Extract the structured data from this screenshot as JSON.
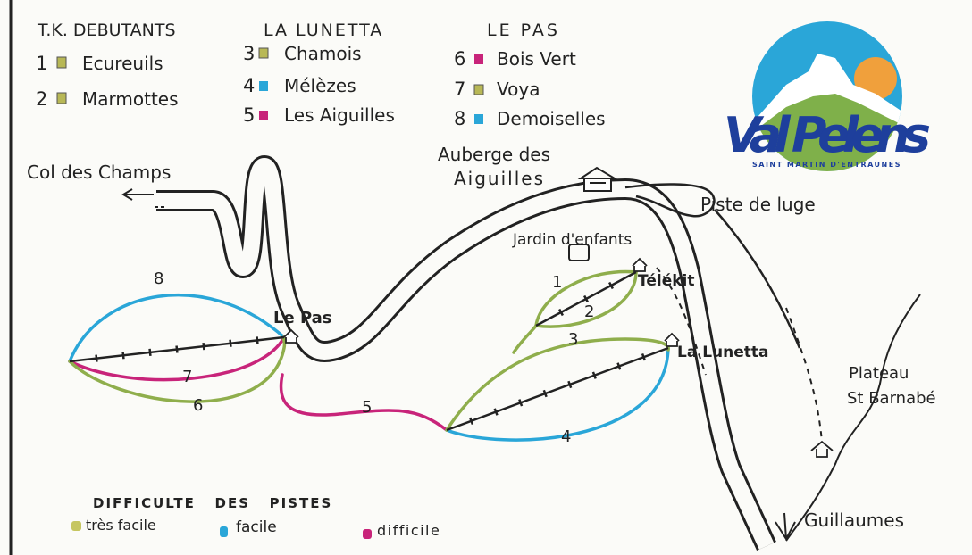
{
  "legend_top": {
    "groups": [
      {
        "title": "T.K. DEBUTANTS",
        "items": [
          {
            "num": "1",
            "name": "Ecureuils",
            "color": "#b8b856"
          },
          {
            "num": "2",
            "name": "Marmottes",
            "color": "#b8b856"
          }
        ]
      },
      {
        "title": "LA LUNETTA",
        "items": [
          {
            "num": "3",
            "name": "Chamois",
            "color": "#b8b856"
          },
          {
            "num": "4",
            "name": "Mélèzes",
            "color": "#2aa6d8"
          },
          {
            "num": "5",
            "name": "Les Aiguilles",
            "color": "#c8247a"
          }
        ]
      },
      {
        "title": "LE PAS",
        "items": [
          {
            "num": "6",
            "name": "Bois Vert",
            "color": "#c8247a"
          },
          {
            "num": "7",
            "name": "Voya",
            "color": "#b8b856"
          },
          {
            "num": "8",
            "name": "Demoiselles",
            "color": "#2aa6d8"
          }
        ]
      }
    ]
  },
  "logo": {
    "name": "Val Pelens",
    "subtitle": "SAINT MARTIN D'ENTRAUNES"
  },
  "places": {
    "col_des_champs": "Col des Champs",
    "auberge_line1": "Auberge des",
    "auberge_line2": "Aiguilles",
    "piste_de_luge": "Piste de luge",
    "jardin": "Jardin d'enfants",
    "telekit": "Télékit",
    "le_pas": "Le Pas",
    "la_lunetta": "La Lunetta",
    "plateau_line1": "Plateau",
    "plateau_line2": "St Barnabé",
    "guillaumes": "Guillaumes"
  },
  "piste_numbers": {
    "p1": "1",
    "p2": "2",
    "p3": "3",
    "p4": "4",
    "p5": "5",
    "p6": "6",
    "p7": "7",
    "p8": "8"
  },
  "difficulty_legend": {
    "title": "DIFFICULTE   DES   PISTES",
    "items": [
      {
        "label": "très facile",
        "color": "#c6c660"
      },
      {
        "label": "facile",
        "color": "#2aa6d8"
      },
      {
        "label": "difficile",
        "color": "#c8247a"
      }
    ]
  },
  "colors": {
    "green": "#8fae4c",
    "blue": "#2aa6d8",
    "pink": "#c8247a"
  }
}
